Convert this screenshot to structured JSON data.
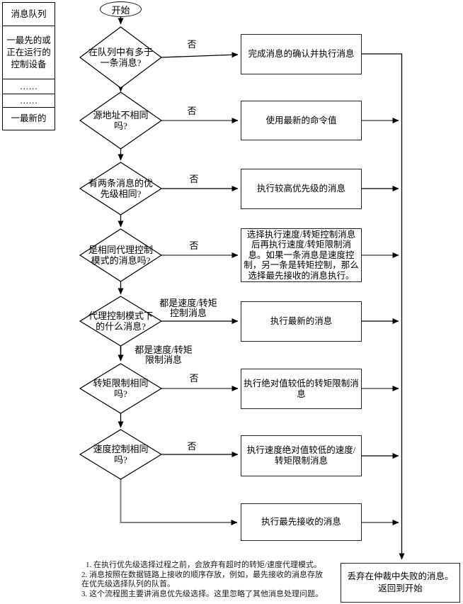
{
  "colors": {
    "line": "#000000",
    "line_alt": "#808080",
    "background": "#ffffff"
  },
  "queue_table": {
    "title": "消息队列",
    "rows": [
      "一最先的或正在运行的控制设备",
      "……",
      "……",
      "一最新的"
    ]
  },
  "start_label": "开始",
  "decisions": [
    "在队列中有多于\n一条消息?",
    "源地址不相同\n吗?",
    "有两条消息的优\n先级相同?",
    "是相同代理控制\n模式的消息吗?",
    "代理控制模式下\n的什么消息?",
    "转矩限制相同\n吗?",
    "速度控制相同\n吗?"
  ],
  "actions": [
    "完成消息的确认并执行消息",
    "使用最新的命令值",
    "执行较高优先级的消息",
    "选择执行速度/转矩控制消息后再执行速度/转矩限制消息。如果一条消息是速度控制，另一条是转矩控制，那么选择最先接收的消息执行。",
    "执行最新的消息",
    "执行绝对值较低的转矩限制消息",
    "执行速度绝对值较低的速度/转矩限制消息",
    "执行最先接收的消息"
  ],
  "discard_box": "丢弃在仲裁中失败的消息。\n返回到开始",
  "edge_labels": {
    "no": "否",
    "both_control": "都是速度/转矩\n控制消息",
    "both_limit": "都是速度/转矩\n限制消息"
  },
  "notes": [
    "1. 在执行优先级选择过程之前，会放弃有超时的转矩/速度代理模式。",
    "2. 消息按照在数据链路上接收的顺序存放，例如，最先接收的消息存放",
    "在优先级选择队列的队首。",
    "3. 这个流程图主要讲消息优先级选择。这里忽略了其他消息处理问题。"
  ]
}
